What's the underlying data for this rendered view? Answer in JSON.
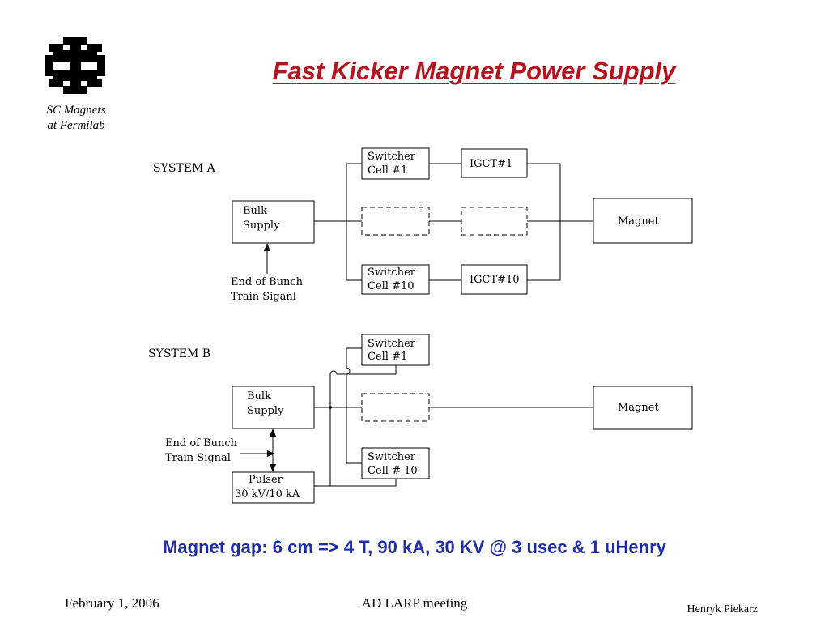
{
  "logo": {
    "caption_line1": "SC Magnets",
    "caption_line2": "at Fermilab"
  },
  "title": "Fast Kicker Magnet Power Supply",
  "system_a": {
    "label": "SYSTEM A",
    "bulk_supply": [
      "Bulk",
      "Supply"
    ],
    "signal": [
      "End of Bunch",
      "Train Siganl"
    ],
    "switcher_top": [
      "Switcher",
      "Cell  #1"
    ],
    "switcher_bottom": [
      "Switcher",
      "Cell  #10"
    ],
    "igct_top": "IGCT#1",
    "igct_bottom": "IGCT#10",
    "magnet": "Magnet"
  },
  "system_b": {
    "label": "SYSTEM B",
    "bulk_supply": [
      "Bulk",
      "Supply"
    ],
    "signal": [
      "End of Bunch",
      "Train Signal"
    ],
    "pulser": [
      "Pulser",
      "30 kV/10 kA"
    ],
    "switcher_top": [
      "Switcher",
      "Cell #1"
    ],
    "switcher_bottom": [
      "Switcher",
      "Cell # 10"
    ],
    "magnet": "Magnet"
  },
  "summary": "Magnet gap: 6 cm => 4 T, 90 kA, 30 KV @ 3 usec & 1 uHenry",
  "footer": {
    "date": "February 1, 2006",
    "meeting": "AD LARP meeting",
    "author": "Henryk Piekarz"
  }
}
